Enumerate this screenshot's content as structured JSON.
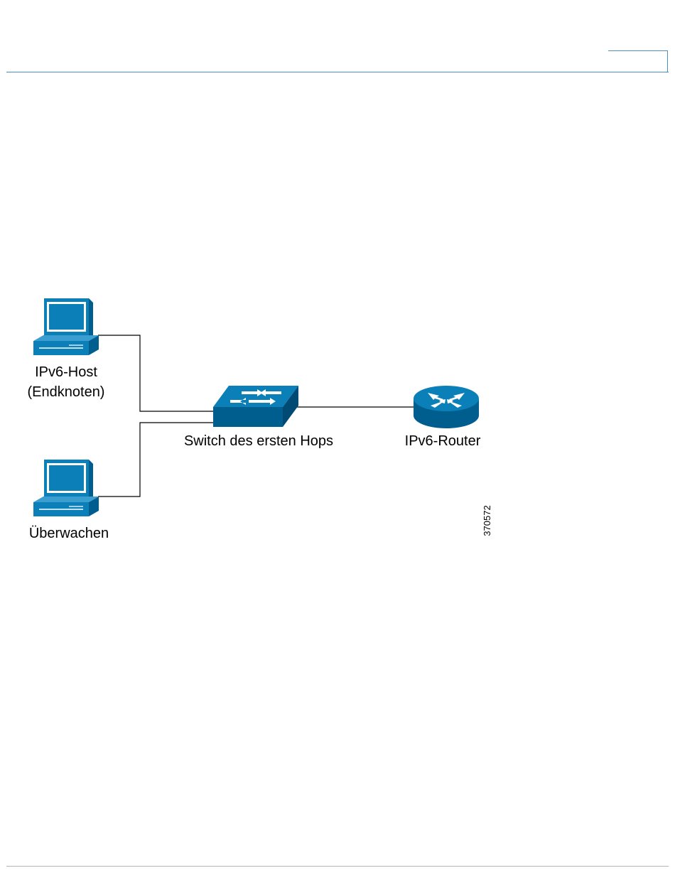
{
  "diagram": {
    "nodes": {
      "host": {
        "label_line1": "IPv6-Host",
        "label_line2": "(Endknoten)",
        "icon": "workstation-icon"
      },
      "monitor": {
        "label": "Überwachen",
        "icon": "workstation-icon"
      },
      "switch": {
        "label": "Switch des ersten Hops",
        "icon": "switch-icon"
      },
      "router": {
        "label": "IPv6-Router",
        "icon": "router-icon"
      }
    },
    "figure_id": "370572"
  },
  "colors": {
    "device_blue": "#0a7fb8",
    "device_dark": "#005e8f",
    "link": "#000000",
    "header_rule": "#4a8fbd"
  }
}
